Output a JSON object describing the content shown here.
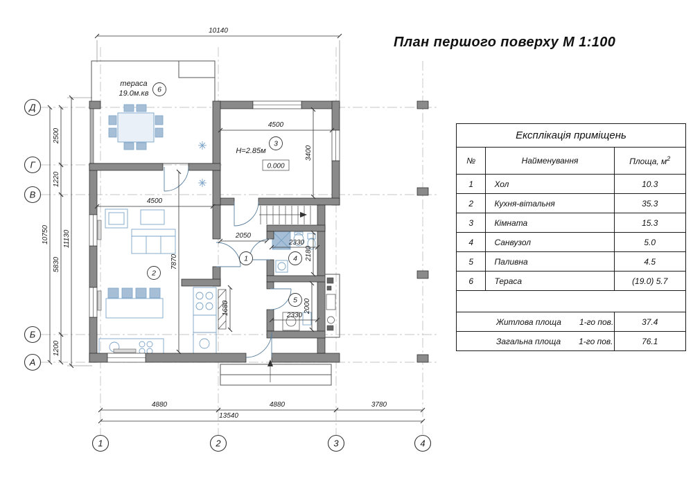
{
  "title": "План першого поверху М 1:100",
  "table": {
    "title": "Експлікація приміщень",
    "headers": {
      "num": "№",
      "name": "Найменування",
      "area": "Площа, м",
      "area_sup": "2"
    },
    "rows": [
      {
        "num": "1",
        "name": "Хол",
        "area": "10.3"
      },
      {
        "num": "2",
        "name": "Кухня-вітальня",
        "area": "35.3"
      },
      {
        "num": "3",
        "name": "Кімната",
        "area": "15.3"
      },
      {
        "num": "4",
        "name": "Санвузол",
        "area": "5.0"
      },
      {
        "num": "5",
        "name": "Паливна",
        "area": "4.5"
      },
      {
        "num": "6",
        "name": "Тераса",
        "area": "(19.0) 5.7"
      }
    ],
    "summary": [
      {
        "label": "Житлова площа",
        "floor": "1-го пов.",
        "value": "37.4"
      },
      {
        "label": "Загальна площа",
        "floor": "1-го пов.",
        "value": "76.1"
      }
    ]
  },
  "plan": {
    "axes": {
      "rows": [
        "Д",
        "Г",
        "В",
        "Б",
        "А"
      ],
      "cols": [
        "1",
        "2",
        "3",
        "4"
      ]
    },
    "dims": {
      "top_overall": "10140",
      "left_axis_total": "10750",
      "left_building_total": "11130",
      "left_segments": [
        "2500",
        "1220",
        "5830",
        "1200"
      ],
      "bottom_segments": [
        "4880",
        "4880",
        "3780"
      ],
      "bottom_overall": "13540",
      "room3_width": "4500",
      "room3_depth": "3400",
      "room2_width": "4500",
      "room2_depth": "7870",
      "hall_width": "2050",
      "room4_width": "2330",
      "room4_depth": "2180",
      "room5_width": "2330",
      "room5_depth": "2000",
      "kitchen_opening": "1680"
    },
    "labels": {
      "terrace_name": "тераса",
      "terrace_area": "19.0м.кв",
      "ceiling_height": "H=2.85м",
      "level_mark": "0.000"
    },
    "rooms": [
      "1",
      "2",
      "3",
      "4",
      "5",
      "6"
    ]
  },
  "colors": {
    "wall": "#8a8a8a",
    "furniture": "#7ba3c8",
    "line": "#2b2b2b"
  }
}
